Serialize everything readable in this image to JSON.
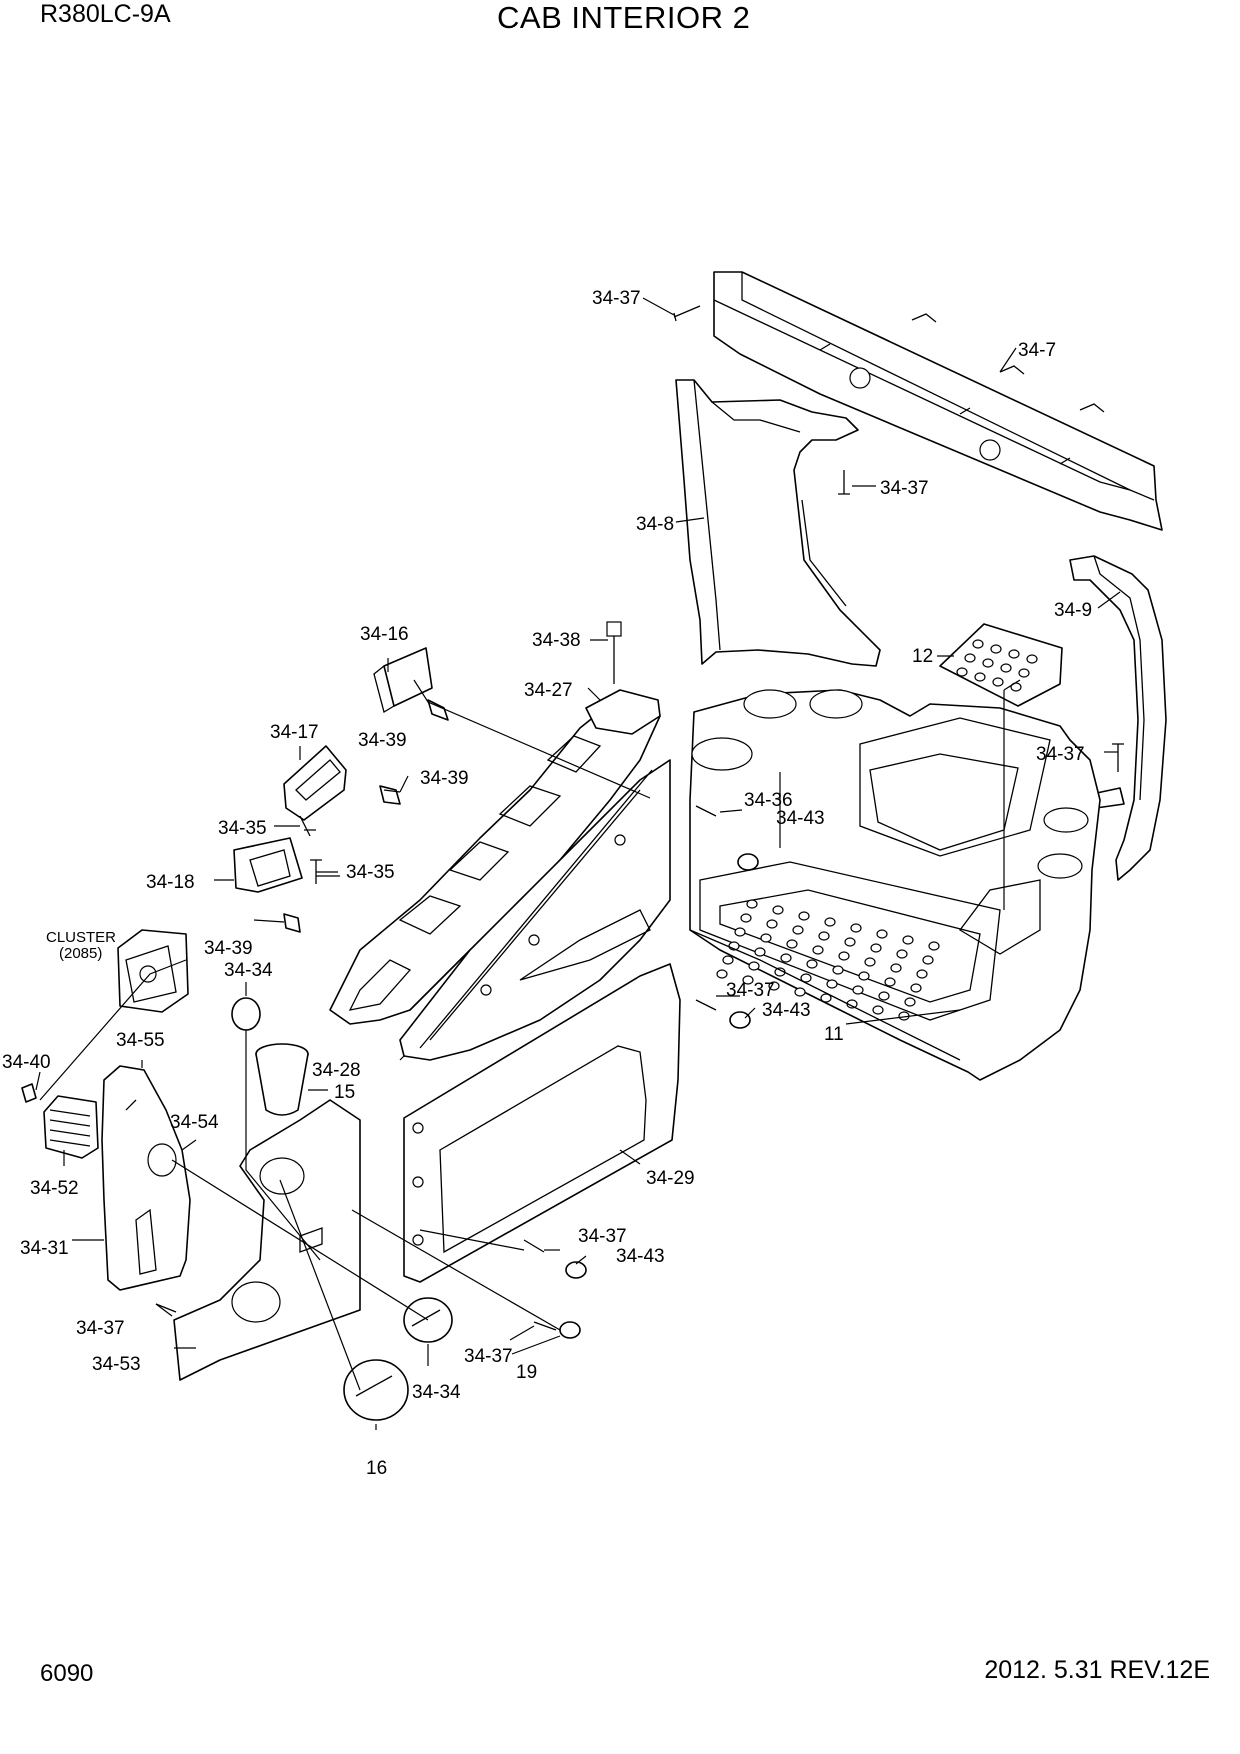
{
  "header": {
    "model": "R380LC-9A",
    "title": "CAB INTERIOR 2"
  },
  "footer": {
    "page_number": "6090",
    "revision": "2012. 5.31  REV.12E"
  },
  "note": {
    "cluster_label": "CLUSTER",
    "cluster_code": "(2085)"
  },
  "callouts": {
    "c_34_37_a": "34-37",
    "c_34_7": "34-7",
    "c_34_37_b": "34-37",
    "c_34_8": "34-8",
    "c_34_9": "34-9",
    "c_34_16": "34-16",
    "c_34_38": "34-38",
    "c_34_27": "34-27",
    "c_12": "12",
    "c_34_39_a": "34-39",
    "c_34_17": "34-17",
    "c_34_39_b": "34-39",
    "c_34_37_c": "34-37",
    "c_34_36": "34-36",
    "c_34_43_a": "34-43",
    "c_34_35_a": "34-35",
    "c_34_35_b": "34-35",
    "c_34_18": "34-18",
    "c_34_39_c": "34-39",
    "c_34_34_a": "34-34",
    "c_34_37_d": "34-37",
    "c_34_43_b": "34-43",
    "c_11": "11",
    "c_34_55": "34-55",
    "c_34_40": "34-40",
    "c_34_28": "34-28",
    "c_15": "15",
    "c_34_54": "34-54",
    "c_34_52": "34-52",
    "c_34_29": "34-29",
    "c_34_31": "34-31",
    "c_34_37_e": "34-37",
    "c_34_43_c": "34-43",
    "c_34_37_f": "34-37",
    "c_34_53": "34-53",
    "c_34_37_g": "34-37",
    "c_19": "19",
    "c_34_34_b": "34-34",
    "c_16": "16"
  }
}
